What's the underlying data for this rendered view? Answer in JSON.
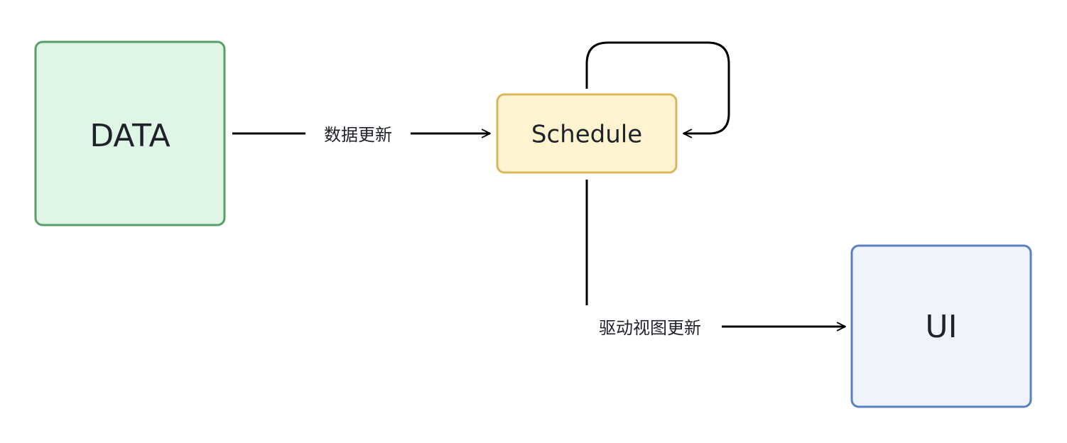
{
  "nodes": {
    "data": {
      "label": "DATA",
      "fill": "#dff5e6",
      "stroke": "#5a9e68"
    },
    "schedule": {
      "label": "Schedule",
      "fill": "#fff3d0",
      "stroke": "#d8b75a"
    },
    "ui": {
      "label": "UI",
      "fill": "#eef3fc",
      "stroke": "#5b7fc1"
    }
  },
  "edges": {
    "data_to_schedule": {
      "label": "数据更新"
    },
    "schedule_to_ui": {
      "label": "驱动视图更新"
    },
    "schedule_loop": {
      "label": ""
    }
  },
  "colors": {
    "edge": "#000000",
    "text": "#1f2329"
  }
}
